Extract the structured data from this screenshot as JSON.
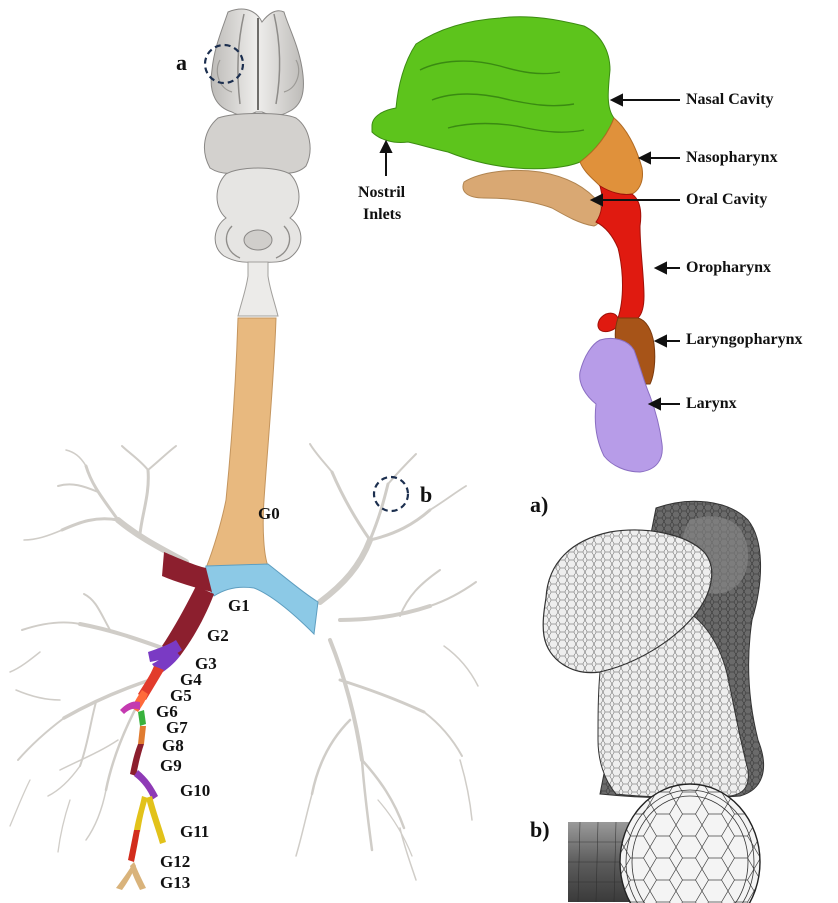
{
  "colors": {
    "tissue_gray": "#d9d7d4",
    "trachea_tan": "#e8b97f",
    "bronchi_blue": "#8cc9e6",
    "nasal_green": "#5dc41c",
    "nasopharynx_orange": "#e0913b",
    "oral_tan": "#d9a873",
    "oropharynx_red": "#e01a10",
    "laryngopharynx_brown": "#a75418",
    "larynx_purple": "#b79ce8",
    "g2_maroon": "#8c1f2e",
    "g3_purple": "#7a3ac4",
    "g4_red": "#e23b2c",
    "g6_magenta": "#c43ab0",
    "g7_green": "#38b23d",
    "g10_purple": "#8e3ab6",
    "g11_yellow": "#e2c21a",
    "g13_tan": "#d9b37b"
  },
  "callouts": {
    "a": "a",
    "b": "b"
  },
  "generations": [
    "G0",
    "G1",
    "G2",
    "G3",
    "G4",
    "G5",
    "G6",
    "G7",
    "G8",
    "G9",
    "G10",
    "G11",
    "G12",
    "G13"
  ],
  "upper_airway": {
    "regions": [
      "Nasal Cavity",
      "Nasopharynx",
      "Oral Cavity",
      "Oropharynx",
      "Laryngopharynx",
      "Larynx"
    ],
    "nostril_label_line1": "Nostril",
    "nostril_label_line2": "Inlets"
  },
  "panels": {
    "a": "a)",
    "b": "b)"
  }
}
